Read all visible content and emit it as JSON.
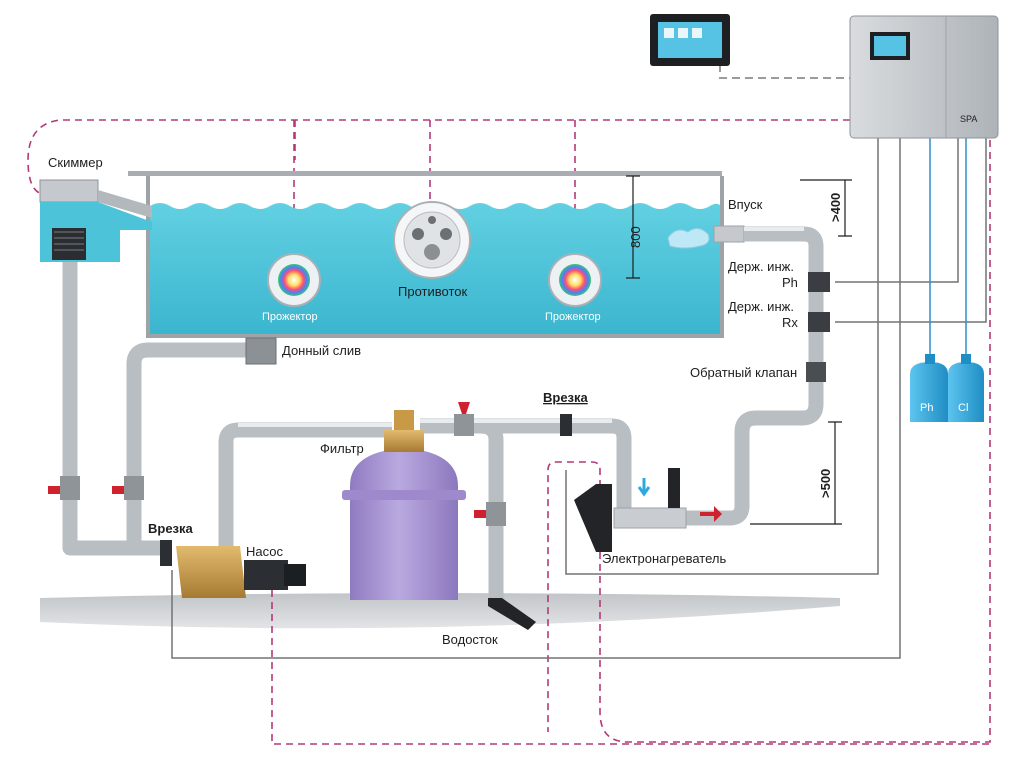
{
  "labels": {
    "skimmer": "Скиммер",
    "counterflow": "Противоток",
    "projector_left": "Прожектор",
    "projector_right": "Прожектор",
    "inlet": "Впуск",
    "holder_ph_line1": "Держ. инж.",
    "holder_ph_line2": "Ph",
    "holder_rx_line1": "Держ. инж.",
    "holder_rx_line2": "Rx",
    "check_valve": "Обратный клапан",
    "bottom_drain": "Донный слив",
    "filter": "Фильтр",
    "tap_top": "Врезка",
    "tap_bottom": "Врезка",
    "pump": "Насос",
    "heater": "Электронагреватель",
    "drain": "Водосток",
    "dim_800": "800",
    "dim_400": ">400",
    "dim_500": ">500",
    "controller_brand": "SPA",
    "canister_ph": "Ph",
    "canister_cl": "Cl"
  },
  "colors": {
    "water": "#4cc3d9",
    "pipe": "#b9bec3",
    "signal_dash": "#b23a78",
    "filter_body": "#a996d3",
    "valve_red": "#d0212f",
    "pump_brass": "#c99a4a",
    "canister_blue": "#2ea9e0"
  },
  "icons": [
    "touch-panel-icon",
    "control-cabinet-icon",
    "projector-icon",
    "counterflow-icon",
    "valve-icon",
    "pump-icon",
    "heater-icon",
    "canister-icon",
    "skimmer-basket-icon"
  ]
}
